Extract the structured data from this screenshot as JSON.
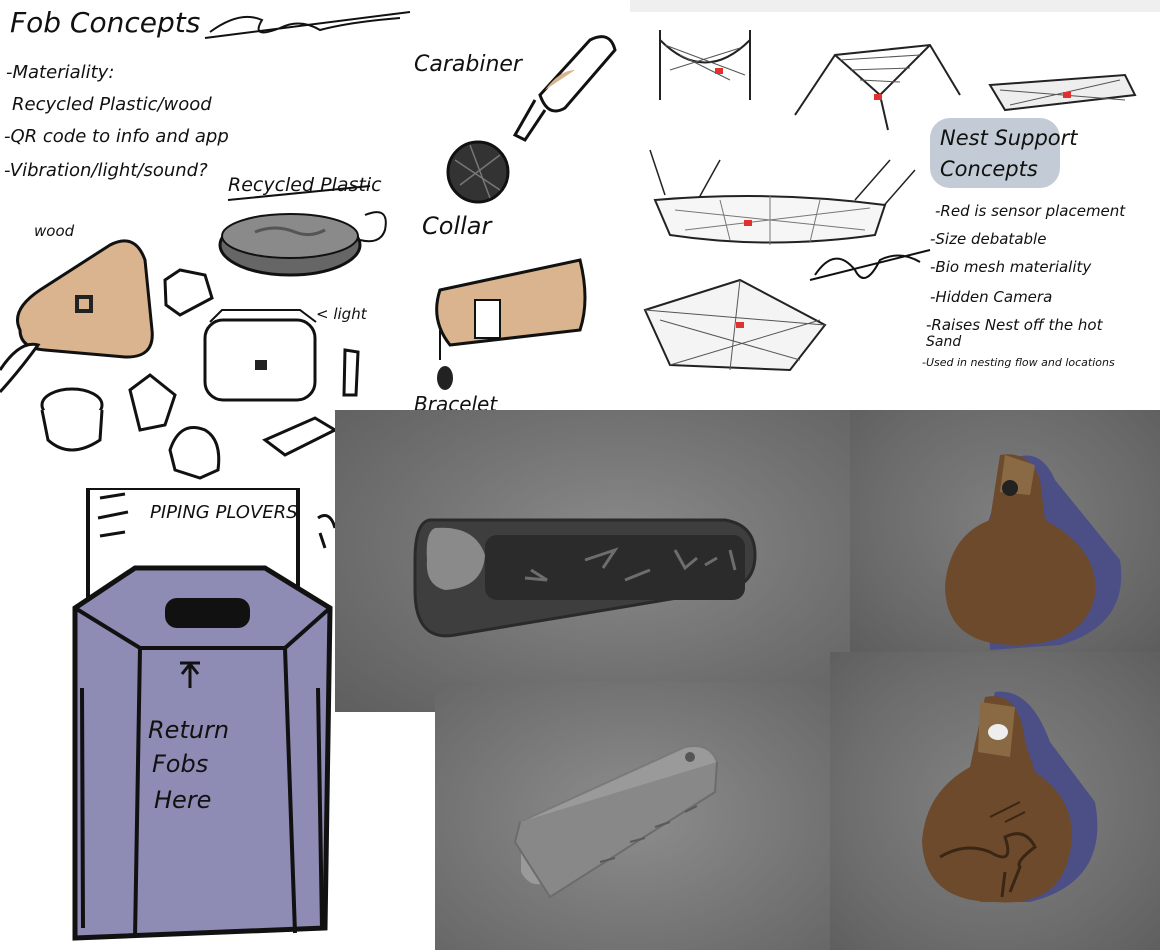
{
  "fob_sheet": {
    "title": "Fob Concepts",
    "notes": [
      "-Materiality:",
      "Recycled Plastic/wood",
      "-QR code to info and app",
      "-Vibration/light/sound?"
    ],
    "labels": {
      "recycled_plastic": "Recycled Plastic",
      "wood": "wood",
      "light": "< light",
      "carabiner": "Carabiner",
      "collar": "Collar",
      "bracelet": "Bracelet"
    }
  },
  "nest_sheet": {
    "title_line1": "Nest Support",
    "title_line2": "Concepts",
    "notes": [
      "-Red is sensor placement",
      "-Size debatable",
      "-Bio mesh materiality",
      "-Hidden Camera",
      "-Raises Nest off the hot",
      "Sand",
      "-Used in nesting flow and locations"
    ]
  },
  "bin_sheet": {
    "sign_text": "PIPING PLOVERS",
    "bin_text": [
      "Return",
      "Fobs",
      "Here"
    ]
  },
  "colors": {
    "wood": "#d9b48f",
    "bin": "#8e8bb5",
    "sensor": "#e03030",
    "nest_title_bg": "#b9c3cf",
    "tag_brown": "#6e4a2c",
    "tag_blue": "#4b4f86"
  }
}
